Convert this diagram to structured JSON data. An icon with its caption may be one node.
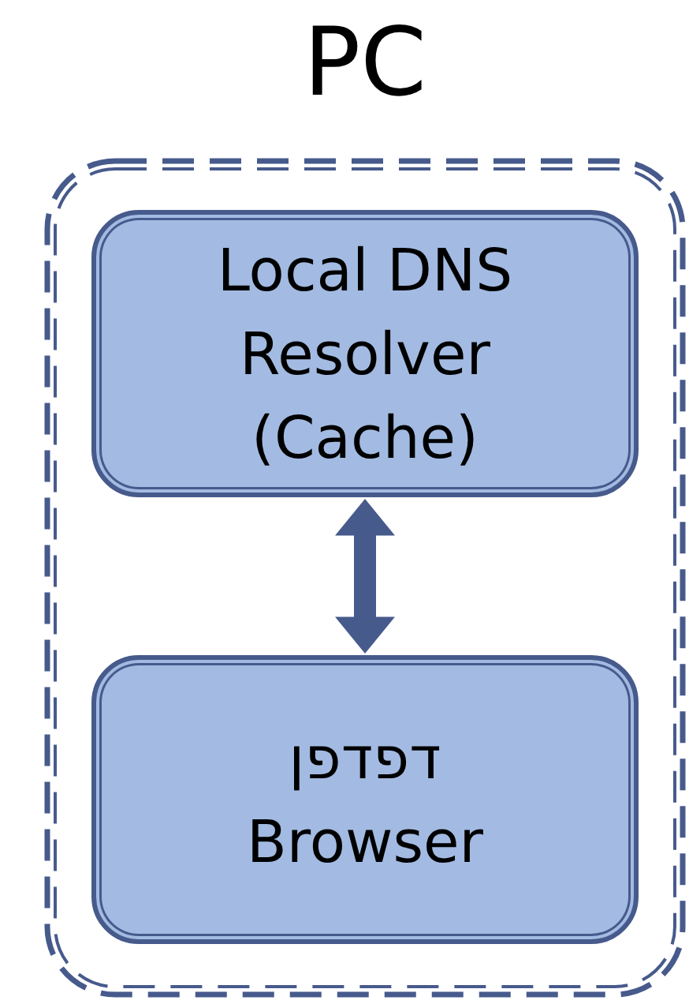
{
  "diagram": {
    "nodes": [
      {
        "text": [
          "PC"
        ]
      },
      {
        "text": [
          "Local DNS Resolver (Cache)"
        ],
        "in": 0
      },
      {
        "text": [
          "דפדפן",
          "Browser"
        ],
        "in": 0
      }
    ],
    "edges": [
      {
        "from": 1,
        "to": 2,
        "arrow": "both"
      }
    ]
  }
}
